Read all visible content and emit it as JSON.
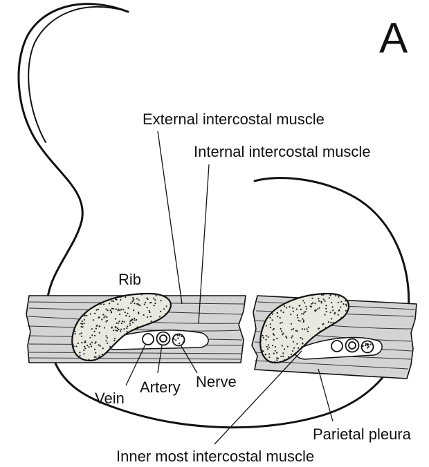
{
  "figure": {
    "panel_letter": "A",
    "labels": {
      "external": "External intercostal muscle",
      "internal": "Internal intercostal muscle",
      "rib": "Rib",
      "vein": "Vein",
      "artery": "Artery",
      "nerve": "Nerve",
      "parietal": "Parietal pleura",
      "innermost": "Inner most intercostal muscle"
    }
  }
}
